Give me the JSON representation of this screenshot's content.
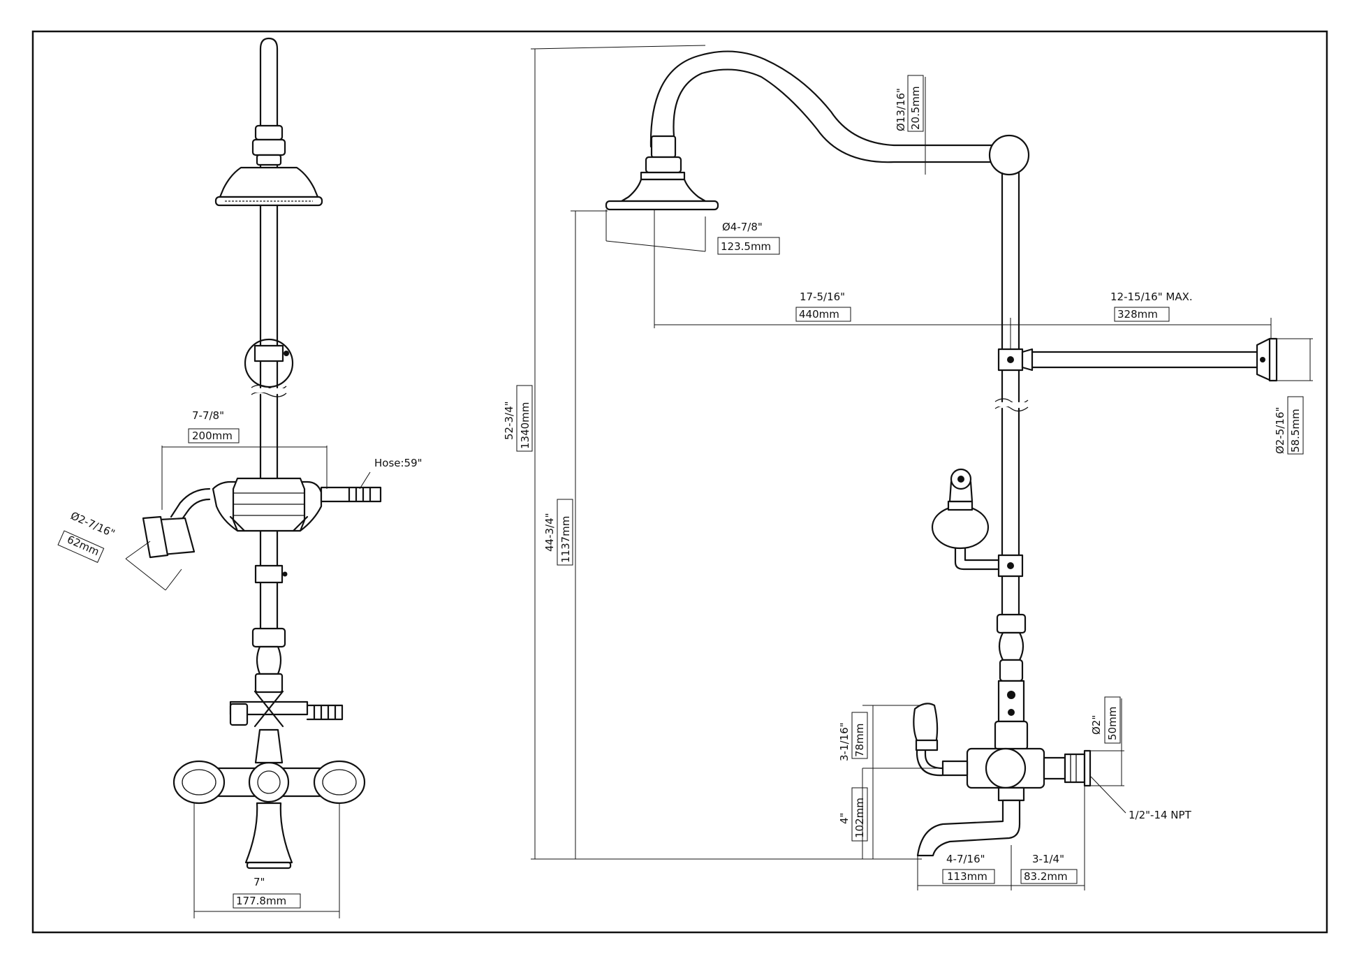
{
  "dims": {
    "overall_height": "52-3/4\"",
    "overall_height_mm": "1340mm",
    "head_height": "44-3/4\"",
    "head_height_mm": "1137mm",
    "arm_diameter": "Ø13/16\"",
    "arm_diameter_mm": "20.5mm",
    "head_diameter": "Ø4-7/8\"",
    "head_diameter_mm": "123.5mm",
    "arm_reach": "17-5/16\"",
    "arm_reach_mm": "440mm",
    "support_length": "12-15/16\" MAX.",
    "support_length_mm": "328mm",
    "flange_diameter": "Ø2-5/16\"",
    "flange_diameter_mm": "58.5mm",
    "handle_height": "3-1/16\"",
    "handle_height_mm": "78mm",
    "spout_height": "4\"",
    "spout_height_mm": "102mm",
    "spout_reach": "4-7/16\"",
    "spout_reach_mm": "113mm",
    "inlet_offset": "3-1/4\"",
    "inlet_offset_mm": "83.2mm",
    "inlet_diameter": "Ø2\"",
    "inlet_diameter_mm": "50mm",
    "thread": "1/2\"-14 NPT",
    "cradle_width": "7-7/8\"",
    "cradle_width_mm": "200mm",
    "hose": "Hose:59\"",
    "handshower_diameter": "Ø2-7/16\"",
    "handshower_diameter_mm": "62mm",
    "handle_span": "7\"",
    "handle_span_mm": "177.8mm"
  }
}
